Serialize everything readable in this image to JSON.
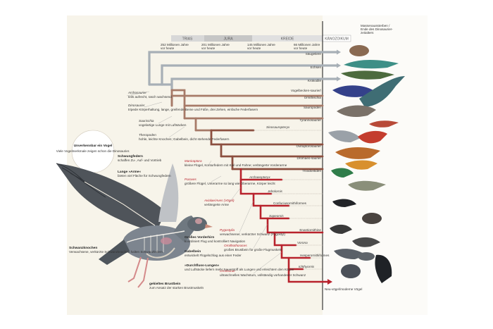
{
  "periods": [
    "TRIAS",
    "JURA",
    "KREIDE",
    "KÄNOZOIKUM"
  ],
  "times": [
    {
      "value": "252 Millionen Jahre",
      "sub": "vor heute"
    },
    {
      "value": "201 Millionen Jahre",
      "sub": "vor heute"
    },
    {
      "value": "145 Millionen Jahre",
      "sub": "vor heute"
    },
    {
      "value": "66 Millionen Jahre",
      "sub": "vor heute"
    }
  ],
  "extinction": {
    "line1": "Massenaussterben /",
    "line2": "Ende des Dinosaurier-",
    "line3": "zeitalters"
  },
  "taxa": [
    "Säugetiere",
    "Echsen",
    "Krokodile",
    "Vogelbecken-saurier/",
    "Ornithischia",
    "Sauropoden",
    "Tyrannosaurier",
    "Sinosauropteryx",
    "Oviraptorosaurier",
    "Dromaeo-saurier",
    "Troodontiden",
    "Archaeopteryx",
    "Jeholornis",
    "Confuciusornithiformes",
    "Sapeornis",
    "Enantiornithine",
    "Vorona",
    "Hesperornithiformes",
    "Ichthyornis",
    "Neu-vögel/moderne Vögel"
  ],
  "traits": [
    {
      "title": "Archosaurier",
      "text": "teils aufrecht, rasch wachsend"
    },
    {
      "title": "Dinosaurier",
      "text": "tripede Körperhaltung, lange, greifende Beine und Füße, drei Zehen, einfache Federfasern"
    },
    {
      "title": "Saurischia",
      "text": "vogelartige Lunge mit Luftsäcken"
    },
    {
      "title": "Theropoden",
      "text": "hohle, leichte Knochen; Gabelbein, dicht stehende Federfasern"
    },
    {
      "title": "Maniraptora",
      "text": "kleine Flügel, Konturfedern mit Kiel und Fahne; verlängerte Vorderarme"
    },
    {
      "title": "Paraves",
      "text": "größere Flügel, Unterarme so lang wie Oberarme, Körper leicht"
    },
    {
      "title": "Avialae/Aves (Vögel)",
      "text": "verlängerte Arme"
    },
    {
      "title": "Pygostylia",
      "text": "verwachsener, verkürzter Schwanz (Pygostyl)"
    },
    {
      "title": "Ornithothoraces",
      "text": "großes Brustbein für große Flugmuskeln"
    },
    {
      "title": "Ornithurae",
      "text": "ultraschnelles Wachstum, vollständig vorhandener Schwanz"
    }
  ],
  "bubble": {
    "title": "Unverkennbar ein Vogel",
    "text": "Viele Vogelmerkmale zeigen schon die Dinosaurier."
  },
  "bird_labels": [
    {
      "title": "Schwungfedern",
      "text": "schaffen Zu-, Auf- und Vortrieb"
    },
    {
      "title": "Lange »Arme«",
      "text": "bieten viel Fläche für Schwungfedern"
    },
    {
      "title": "Großes Vorderhirn",
      "text": "koordiniert Flug und kontrolliert Navigation"
    },
    {
      "title": "Gabelbein",
      "text": "entwickelt Flügelschlag aus einer Feder"
    },
    {
      "title": "»Durchfluss-Lungen«",
      "text": "und Luftsäcke liefern mehr Sauerstoff als Lungen und erleichtern den Körper"
    },
    {
      "title": "gekieltes Brustbein",
      "text": "zum Ansatz der starken Brustmuskeln"
    },
    {
      "title": "Schwanzknochen",
      "text": "Verwachsene, verkürzte Schwanzknochen halten Schwanzfedern"
    }
  ]
}
